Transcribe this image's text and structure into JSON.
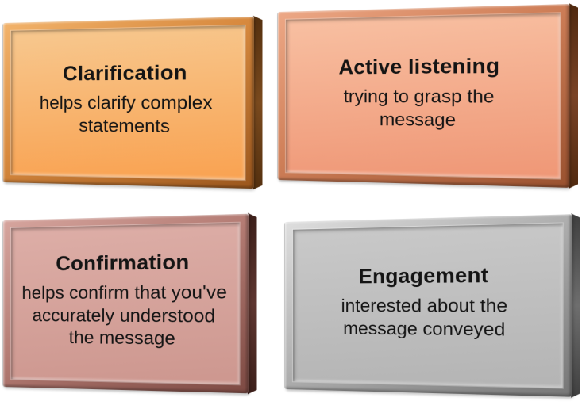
{
  "canvas": {
    "background": "#ffffff"
  },
  "cards": [
    {
      "id": "clarification",
      "title": "Clarification",
      "description": "helps clarify complex statements",
      "colors": {
        "face_top": "#f7c88f",
        "face_bottom": "#f9a251",
        "frame_light": "#f2b36b",
        "frame_mid": "#d88a3f",
        "frame_dark": "#9a561d",
        "side": "#54300f",
        "side_mid": "#7a4a1e",
        "text": "#141414"
      }
    },
    {
      "id": "active-listening",
      "title": "Active listening",
      "description": "trying to grasp the message",
      "colors": {
        "face_top": "#f8c0a2",
        "face_bottom": "#ef9776",
        "frame_light": "#eda886",
        "frame_mid": "#d08059",
        "frame_dark": "#99512f",
        "side": "#50290f",
        "side_mid": "#7a4326",
        "text": "#141414"
      }
    },
    {
      "id": "confirmation",
      "title": "Confirmation",
      "description": "helps confirm that you've accurately understood the message",
      "colors": {
        "face_top": "#ddaea7",
        "face_bottom": "#cd978f",
        "frame_light": "#d6a59e",
        "frame_mid": "#b57d75",
        "frame_dark": "#7d4a43",
        "side": "#3c1f1a",
        "side_mid": "#5e3630",
        "text": "#141414"
      }
    },
    {
      "id": "engagement",
      "title": "Engagement",
      "description": "interested about the message conveyed",
      "colors": {
        "face_top": "#c9c9c9",
        "face_bottom": "#b4b4b4",
        "frame_light": "#dedede",
        "frame_mid": "#b2b2b2",
        "frame_dark": "#767676",
        "side": "#3f3f3f",
        "side_mid": "#6e6e6e",
        "text": "#141414"
      }
    }
  ]
}
